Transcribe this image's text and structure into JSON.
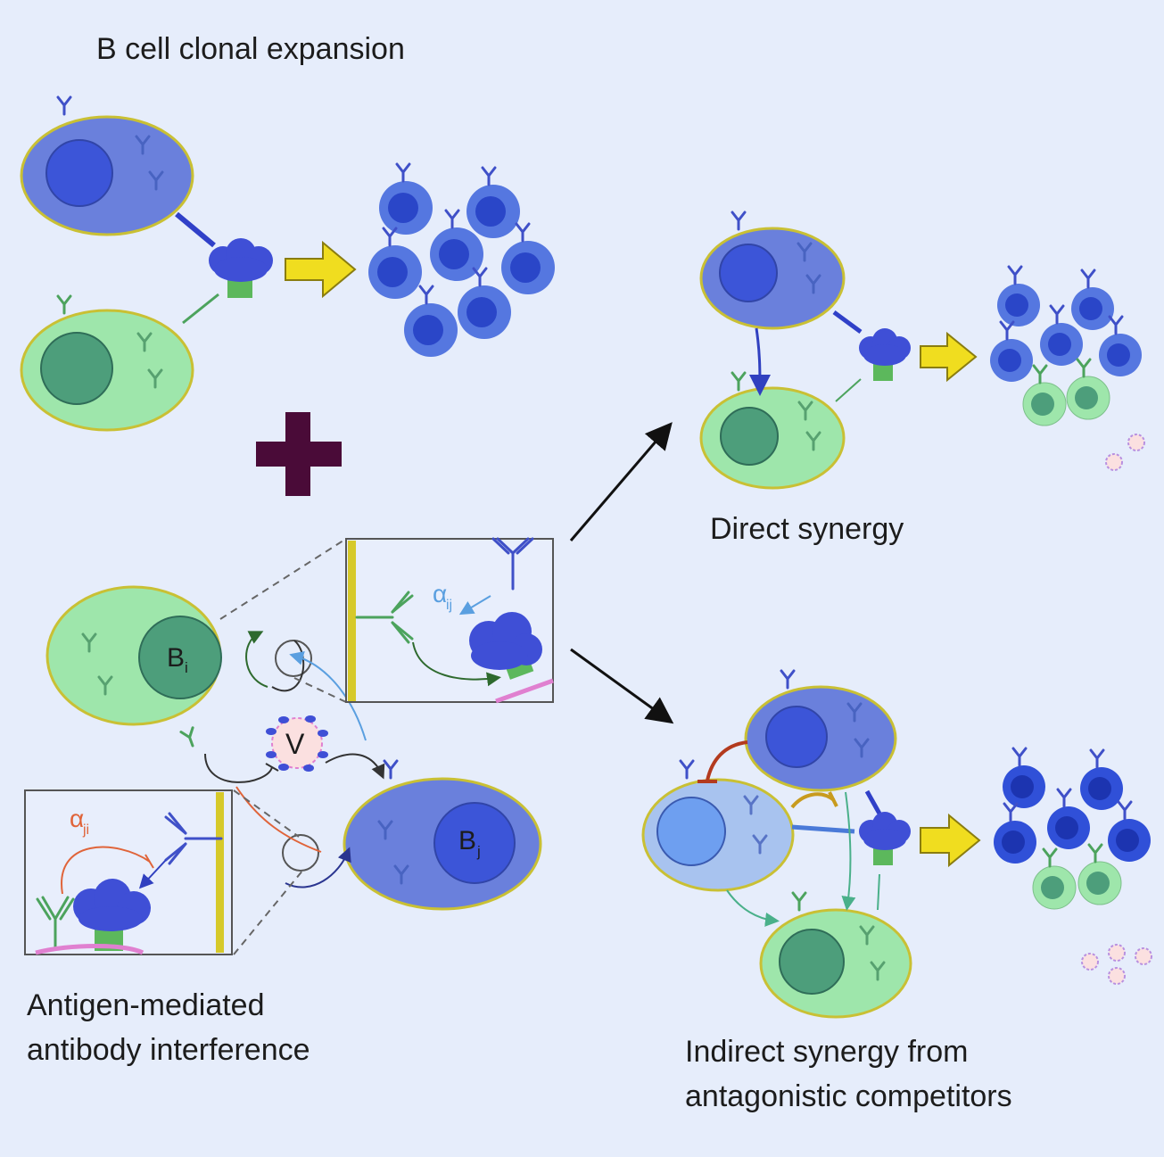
{
  "title": "B cell clonal expansion",
  "labels": {
    "direct": "Direct synergy",
    "interference_line1": "Antigen-mediated",
    "interference_line2": "antibody interference",
    "indirect_line1": "Indirect synergy from",
    "indirect_line2": "antagonistic competitors"
  },
  "symbols": {
    "bi": "B",
    "bi_sub": "i",
    "bj": "B",
    "bj_sub": "j",
    "virus": "V",
    "alpha_ij": "α",
    "alpha_ij_sub": "ij",
    "alpha_ji": "α",
    "alpha_ji_sub": "ji"
  },
  "colors": {
    "background": "#e6edfb",
    "blue_cell": "#6a80dc",
    "green_cell": "#9ee6ab",
    "light_cell": "#a8c3ef",
    "arrow_yellow": "#f0dd1f",
    "plus": "#4a0b38",
    "alpha_ij": "#5a9fe0",
    "alpha_ji": "#e0643a"
  }
}
